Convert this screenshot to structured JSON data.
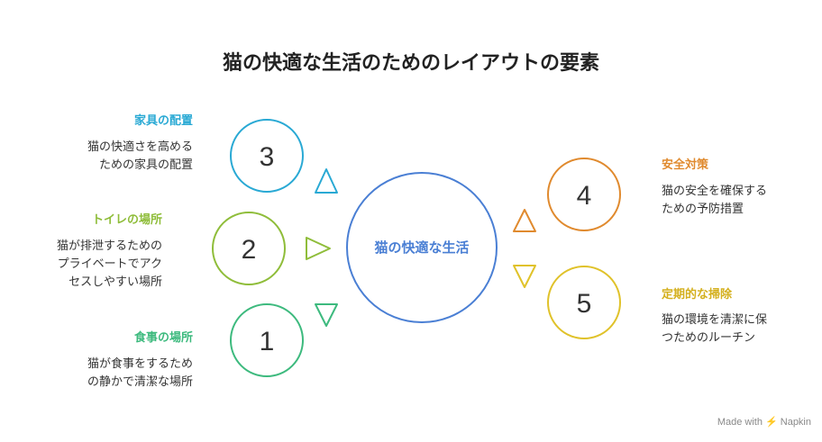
{
  "title": "猫の快適な生活のためのレイアウトの要素",
  "center": {
    "label": "猫の快適な生活",
    "color": "#4a7fd4"
  },
  "items": [
    {
      "number": "1",
      "label": "食事の場所",
      "description": [
        "猫が食事をするため",
        "の静かで清潔な場所"
      ],
      "color": "#3dba7e"
    },
    {
      "number": "2",
      "label": "トイレの場所",
      "description": [
        "猫が排泄するための",
        "プライベートでアク",
        "セスしやすい場所"
      ],
      "color": "#8fbd3a"
    },
    {
      "number": "3",
      "label": "家具の配置",
      "description": [
        "猫の快適さを高める",
        "ための家具の配置"
      ],
      "color": "#29a9d4"
    },
    {
      "number": "4",
      "label": "安全対策",
      "description": [
        "猫の安全を確保する",
        "ための予防措置"
      ],
      "color": "#e08a2e"
    },
    {
      "number": "5",
      "label": "定期的な掃除",
      "description": [
        "猫の環境を清潔に保",
        "つためのルーチン"
      ],
      "color": "#e0c22a"
    }
  ],
  "footer": "Made with ⚡ Napkin"
}
